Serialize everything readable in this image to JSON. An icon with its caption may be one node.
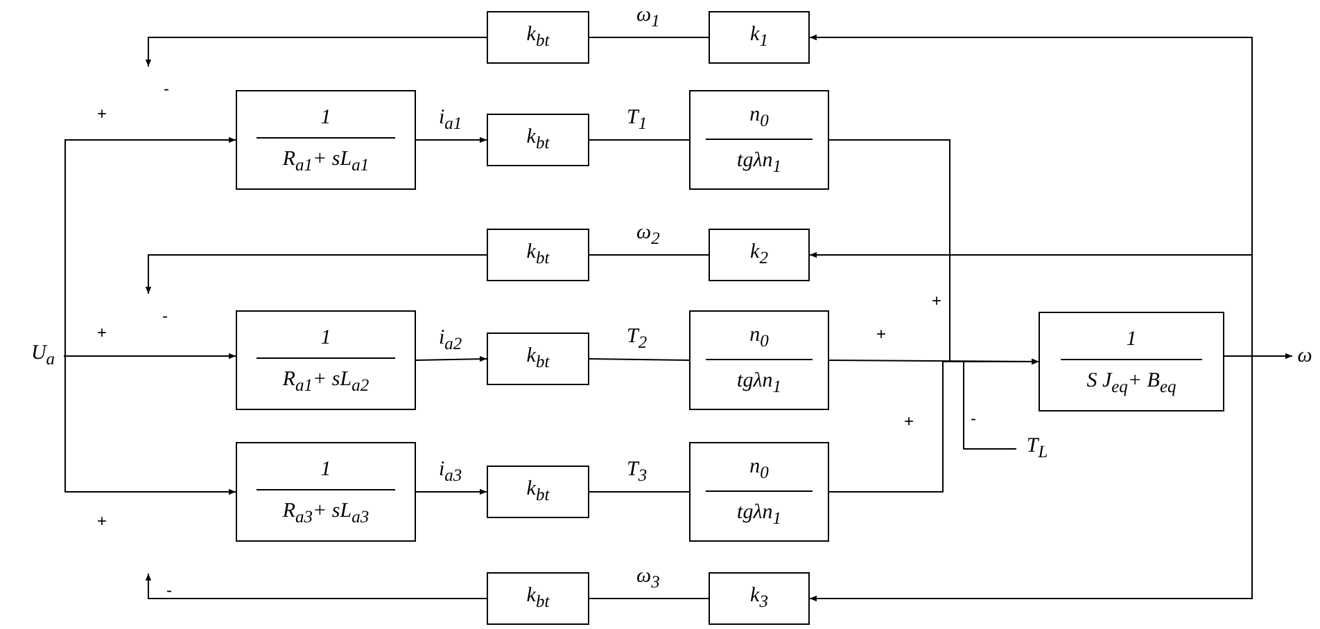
{
  "diagram": {
    "nodes": [
      {
        "text": [
          "k$_{bt}$"
        ]
      },
      {
        "text": [
          "k$_{1}$"
        ]
      },
      {
        "text": [
          "1",
          "R$_{a1}$+ sL$_{a1}$"
        ]
      },
      {
        "text": [
          "k$_{bt}$"
        ]
      },
      {
        "text": [
          "n$_{0}$",
          "tgλn$_{1}$"
        ]
      },
      {
        "text": [
          "k$_{bt}$"
        ]
      },
      {
        "text": [
          "k$_{2}$"
        ]
      },
      {
        "text": [
          "1",
          "R$_{a1}$+ sL$_{a2}$"
        ]
      },
      {
        "text": [
          "k$_{bt}$"
        ]
      },
      {
        "text": [
          "n$_{0}$",
          "tgλn$_{1}$"
        ]
      },
      {
        "text": [
          "1",
          "S J$_{eq}$+ B$_{eq}$"
        ]
      },
      {
        "text": [
          "1",
          "R$_{a3}$+ sL$_{a3}$"
        ]
      },
      {
        "text": [
          "k$_{bt}$"
        ]
      },
      {
        "text": [
          "n$_{0}$",
          "tgλn$_{1}$"
        ]
      },
      {
        "text": [
          "k$_{bt}$"
        ]
      },
      {
        "text": [
          "k$_{3}$"
        ]
      },
      {
        "text": [
          "U$_{a}$"
        ]
      },
      {
        "text": [
          "ω"
        ]
      },
      {
        "text": [
          "T$_{L}$"
        ]
      }
    ],
    "edges": [
      {
        "from": 0,
        "to": 1,
        "arrow": "none",
        "label": "ω$_{1}$"
      },
      {
        "from": 0,
        "to": null,
        "arrow": "to"
      },
      {
        "from": 16,
        "to": 2,
        "arrow": "to"
      },
      {
        "from": 16,
        "to": 7,
        "arrow": "to"
      },
      {
        "from": 16,
        "to": 11,
        "arrow": "to"
      },
      {
        "from": 2,
        "to": 3,
        "arrow": "to",
        "label": "i$_{a1}$"
      },
      {
        "from": 3,
        "to": 4,
        "arrow": "none",
        "label": "T$_{1}$"
      },
      {
        "from": 5,
        "to": 6,
        "arrow": "none",
        "label": "ω$_{2}$"
      },
      {
        "from": 5,
        "to": null,
        "arrow": "to"
      },
      {
        "from": 7,
        "to": 8,
        "arrow": "to",
        "label": "i$_{a2}$"
      },
      {
        "from": 8,
        "to": 9,
        "arrow": "none",
        "label": "T$_{2}$"
      },
      {
        "from": 11,
        "to": 12,
        "arrow": "to",
        "label": "i$_{a3}$"
      },
      {
        "from": 12,
        "to": 13,
        "arrow": "none",
        "label": "T$_{3}$"
      },
      {
        "from": 14,
        "to": 15,
        "arrow": "none",
        "label": "ω$_{3}$"
      },
      {
        "from": 14,
        "to": null,
        "arrow": "to"
      },
      {
        "from": 4,
        "to": 10,
        "arrow": "to"
      },
      {
        "from": 9,
        "to": 10,
        "arrow": "to"
      },
      {
        "from": 13,
        "to": 10,
        "arrow": "to"
      },
      {
        "from": 18,
        "to": 10,
        "arrow": "to"
      },
      {
        "from": 10,
        "to": 17,
        "arrow": "to"
      },
      {
        "from": 10,
        "to": 1,
        "arrow": "to"
      },
      {
        "from": 10,
        "to": 6,
        "arrow": "to"
      },
      {
        "from": 10,
        "to": 15,
        "arrow": "to"
      }
    ],
    "labels": [
      "-",
      "+",
      "+",
      "-",
      "+",
      "+",
      "-",
      "+",
      "+",
      "-"
    ]
  }
}
